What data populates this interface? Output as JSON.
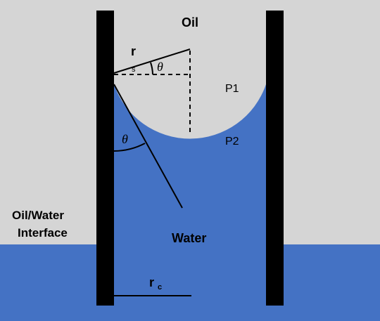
{
  "colors": {
    "background": "#d5d5d5",
    "water": "#4472c4",
    "wall": "#000000",
    "line": "#000000"
  },
  "labels": {
    "oil": "Oil",
    "p1": "P1",
    "p2": "P2",
    "water": "Water",
    "interface_line1": "Oil/Water",
    "interface_line2": "Interface",
    "rs_main": "r",
    "rs_sub": "s",
    "rc_main": "r",
    "rc_sub": "c",
    "theta_top": "θ",
    "theta_wall": "θ"
  }
}
